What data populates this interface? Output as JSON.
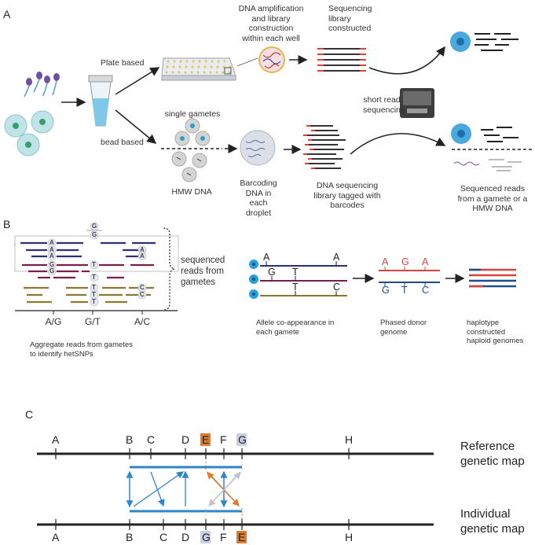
{
  "panel_a": {
    "label": "A",
    "plate_based": "Plate based",
    "bead_based": "bead based",
    "single_gametes": "single gametes",
    "hmw_dna": "HMW DNA",
    "dna_amplification": "DNA amplification and library construction within each well",
    "sequencing_library": "Sequencing library constructed",
    "short_read": "short read sequencing",
    "barcoding": "Barcoding DNA in each droplet",
    "dna_seq_library": "DNA sequencing library tagged with barcodes",
    "sequenced_reads": "Sequenced reads from a gamete or a HMW DNA"
  },
  "panel_b": {
    "label": "B",
    "sequenced_reads": "sequenced reads from gametes",
    "snp_labels": [
      "A/G",
      "G/T",
      "A/C"
    ],
    "aggregate": "Aggregate reads from gametes to identify hetSNPs",
    "allele_coappearance": "Allele co-appearance in each gamete",
    "phased_donor": "Phased donor genome",
    "haplotype": "haplotype constructed haploid genomes",
    "pileup_letters": {
      "g": "G",
      "a": "A",
      "t": "T",
      "c": "C"
    },
    "gamete_alleles_top": [
      "A",
      "A"
    ],
    "gamete_alleles_mid": [
      "G",
      "T"
    ],
    "gamete_alleles_bot": [
      "T",
      "C"
    ],
    "phased_top": [
      "A",
      "G",
      "A"
    ],
    "phased_bot": [
      "G",
      "T",
      "C"
    ]
  },
  "panel_c": {
    "label": "C",
    "reference_map": "Reference genetic map",
    "individual_map": "Individual genetic map",
    "top_markers": [
      "A",
      "B",
      "C",
      "D",
      "E",
      "F",
      "G",
      "H"
    ],
    "bottom_markers": [
      "A",
      "B",
      "C",
      "D",
      "G",
      "F",
      "E",
      "H"
    ]
  },
  "colors": {
    "navy": "#2b2f7c",
    "maroon": "#7a1e4a",
    "olive": "#8a7a2e",
    "red": "#d8443c",
    "blue": "#1f4e8c",
    "map_blue": "#2e86c9",
    "orange": "#e07a2c",
    "grey_highlight": "#c9cfe3"
  }
}
